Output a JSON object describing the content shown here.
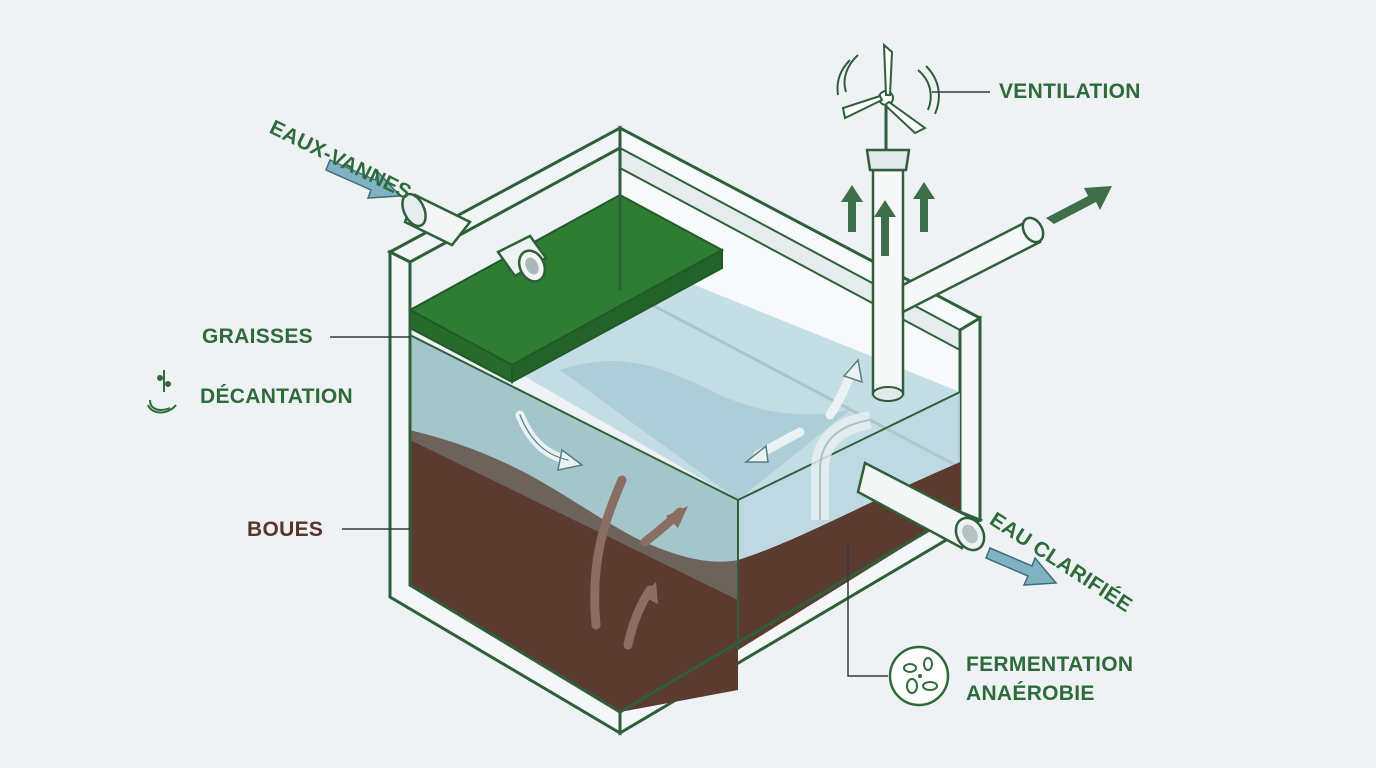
{
  "labels": {
    "eaux_vannes": "EAUX-VANNES",
    "ventilation": "VENTILATION",
    "graisses": "GRAISSES",
    "decantation": "DÉCANTATION",
    "boues": "BOUES",
    "eau_clarifiee": "EAU CLARIFIÉE",
    "fermentation_line1": "FERMENTATION",
    "fermentation_line2": "ANAÉROBIE"
  },
  "colors": {
    "background": "#eef2f5",
    "tank_outline": "#2f5f3a",
    "grease_layer": "#2e7d32",
    "water": "#a9ccd6",
    "sludge": "#5b3a2f",
    "label_green": "#2f6b3a",
    "label_brown": "#5b3428",
    "flow_arrow_blue": "#7fb3c4",
    "flow_arrow_green": "#3f6f4a"
  },
  "icons": [
    "fan-icon",
    "settling-icon",
    "microbe-icon",
    "flow-arrow-icon"
  ]
}
